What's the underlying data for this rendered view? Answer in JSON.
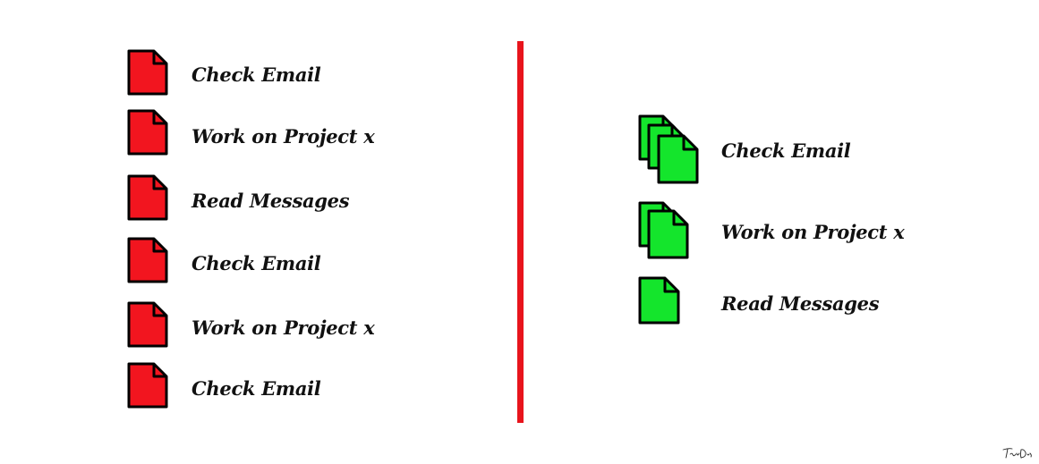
{
  "colors": {
    "before_doc": "#f2151f",
    "after_doc": "#14e52c",
    "divider": "#e8141c",
    "outline": "#000000"
  },
  "before_list": [
    {
      "label": "Check Email",
      "icon": "document-icon"
    },
    {
      "label": "Work on Project x",
      "icon": "document-icon"
    },
    {
      "label": "Read Messages",
      "icon": "document-icon"
    },
    {
      "label": "Check Email",
      "icon": "document-icon"
    },
    {
      "label": "Work on Project x",
      "icon": "document-icon"
    },
    {
      "label": "Check Email",
      "icon": "document-icon"
    }
  ],
  "after_list": [
    {
      "label": "Check Email",
      "icon": "document-stack-icon",
      "doc_count": 3
    },
    {
      "label": "Work on Project x",
      "icon": "document-stack-icon",
      "doc_count": 2
    },
    {
      "label": "Read Messages",
      "icon": "document-icon",
      "doc_count": 1
    }
  ],
  "signature": {
    "text": "Tiago Dias"
  }
}
